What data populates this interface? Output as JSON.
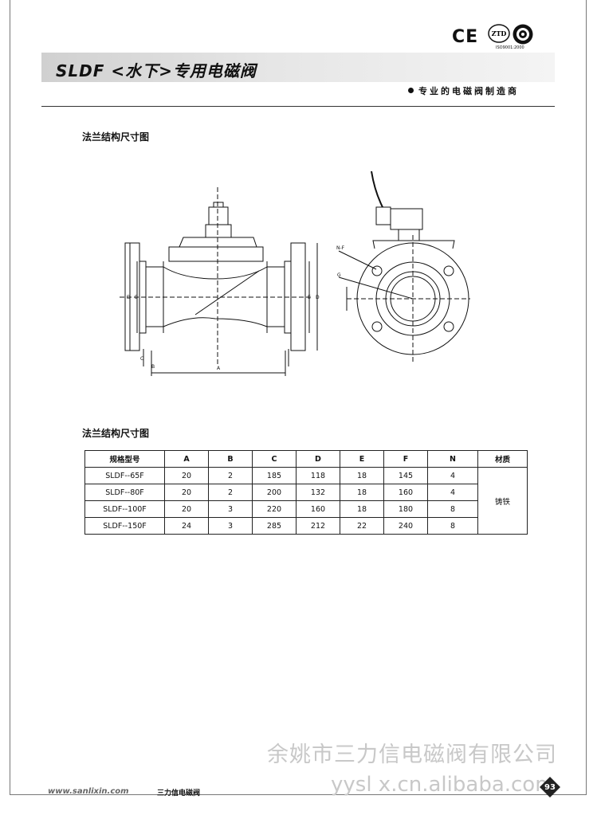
{
  "header": {
    "ce_mark": "CE",
    "zt_logo_text": "ZTD",
    "iso_text": "ISO9001:2000",
    "title": "SLDF <水下>专用电磁阀",
    "tagline": "专业的电磁阀制造商"
  },
  "sections": {
    "drawing_title": "法兰结构尺寸图",
    "table_title": "法兰结构尺寸图"
  },
  "drawing_labels": {
    "A": "A",
    "B": "B",
    "C": "C",
    "D": "D",
    "E": "E",
    "F": "N-F",
    "G": "G"
  },
  "table": {
    "headers": [
      "规格型号",
      "A",
      "B",
      "C",
      "D",
      "E",
      "F",
      "N",
      "材质"
    ],
    "rows": [
      [
        "SLDF--65F",
        "20",
        "2",
        "185",
        "118",
        "18",
        "145",
        "4"
      ],
      [
        "SLDF--80F",
        "20",
        "2",
        "200",
        "132",
        "18",
        "160",
        "4"
      ],
      [
        "SLDF--100F",
        "20",
        "3",
        "220",
        "160",
        "18",
        "180",
        "8"
      ],
      [
        "SLDF--150F",
        "24",
        "3",
        "285",
        "212",
        "22",
        "240",
        "8"
      ]
    ],
    "material": "铸铁"
  },
  "watermark": {
    "company": "余姚市三力信电磁阀有限公司",
    "site": "yysl x.cn.alibaba.com"
  },
  "footer": {
    "url": "www.sanlixin.com",
    "company": "三力信电磁阀",
    "page": "93"
  }
}
